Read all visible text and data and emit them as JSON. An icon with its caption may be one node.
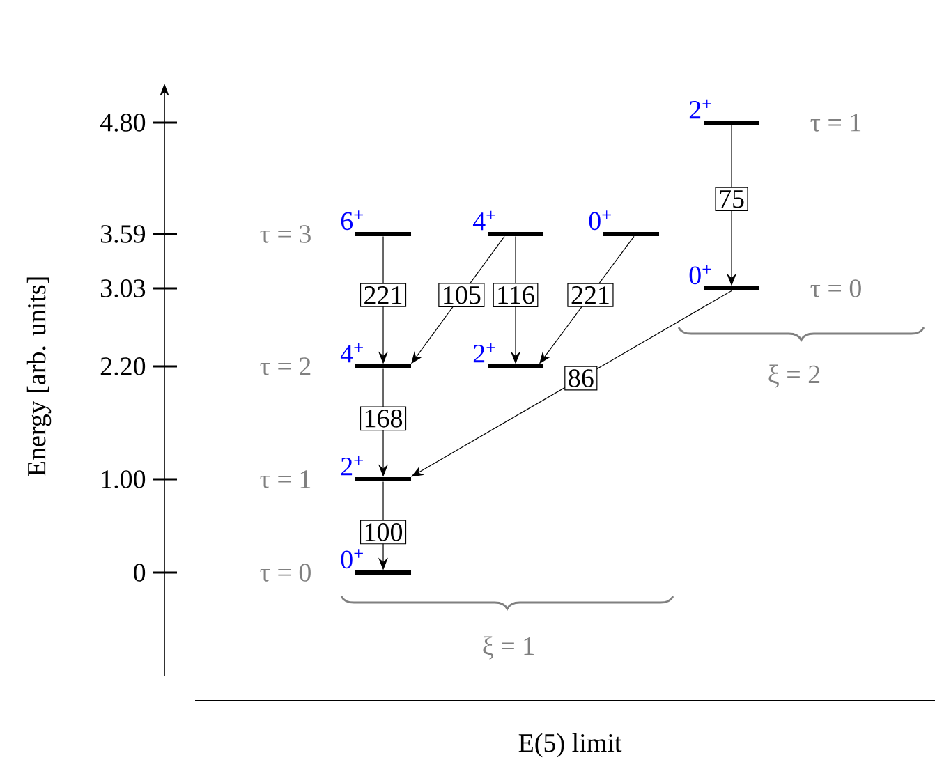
{
  "diagram": {
    "nodes": [
      {
        "text": [
          "6$^{+}$"
        ]
      },
      {
        "text": [
          "4$^{+}$"
        ]
      },
      {
        "text": [
          "0$^{+}$"
        ]
      },
      {
        "text": [
          "2$^{+}$"
        ]
      },
      {
        "text": [
          "0$^{+}$"
        ]
      },
      {
        "text": [
          "4$^{+}$"
        ]
      },
      {
        "text": [
          "2$^{+}$"
        ]
      },
      {
        "text": [
          "2$^{+}$"
        ]
      },
      {
        "text": [
          "0$^{+}$"
        ]
      }
    ],
    "edges": [
      {
        "from": 0,
        "to": 5,
        "arrow": "to",
        "label": "221"
      },
      {
        "from": 1,
        "to": 5,
        "arrow": "to",
        "label": "105"
      },
      {
        "from": 1,
        "to": 6,
        "arrow": "to",
        "label": "116"
      },
      {
        "from": 2,
        "to": 6,
        "arrow": "to",
        "label": "221"
      },
      {
        "from": 3,
        "to": 4,
        "arrow": "to",
        "label": "75"
      },
      {
        "from": 4,
        "to": 7,
        "arrow": "to",
        "label": "86"
      },
      {
        "from": 5,
        "to": 7,
        "arrow": "to",
        "label": "168"
      },
      {
        "from": 7,
        "to": 8,
        "arrow": "to",
        "label": "100"
      }
    ],
    "labels": [
      "Energy [arb. units]",
      "4.80",
      "τ = 1",
      "3.59",
      "τ = 3",
      "3.03",
      "τ = 0",
      "2.20",
      "τ = 2",
      "ξ = 2",
      "1.00",
      "τ = 1",
      "0",
      "τ = 0",
      "ξ = 1",
      "E(5) limit"
    ]
  }
}
